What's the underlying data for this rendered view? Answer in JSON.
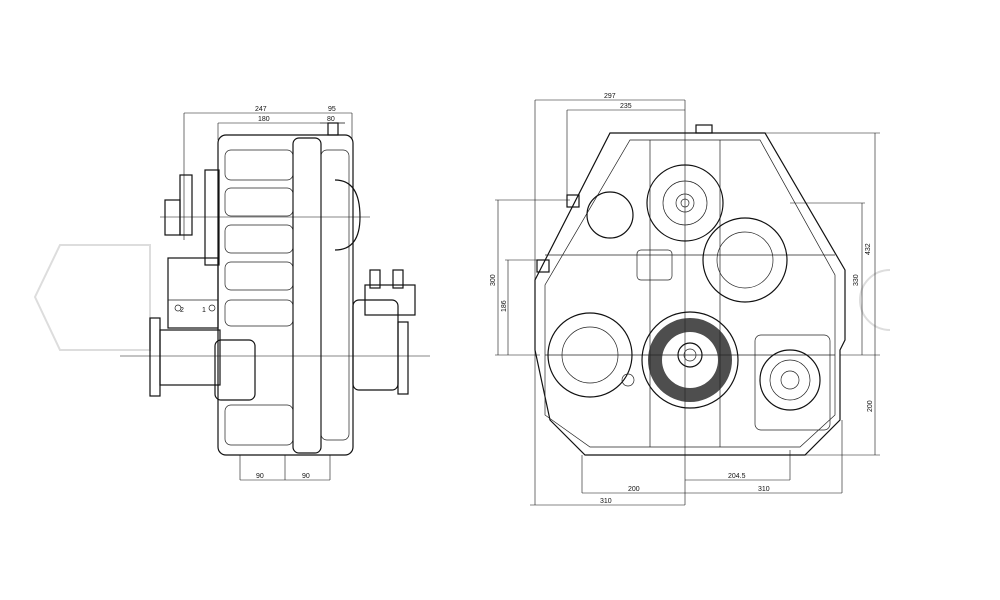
{
  "drawing": {
    "side_view": {
      "dimensions": {
        "top_overall": "247",
        "top_right": "95",
        "top_inner": "180",
        "top_small": "80",
        "bottom_left": "90",
        "bottom_right": "90"
      },
      "port_labels": {
        "port_2": "2",
        "port_1": "1"
      }
    },
    "front_view": {
      "dimensions": {
        "top_overall": "297",
        "top_inner": "235",
        "right_overall": "432",
        "right_inner": "330",
        "right_lower": "200",
        "left_outer": "300",
        "left_inner": "186",
        "bottom_offset": "204.5",
        "bottom_left": "200",
        "bottom_right": "310",
        "bottom_overall": "310"
      }
    }
  }
}
